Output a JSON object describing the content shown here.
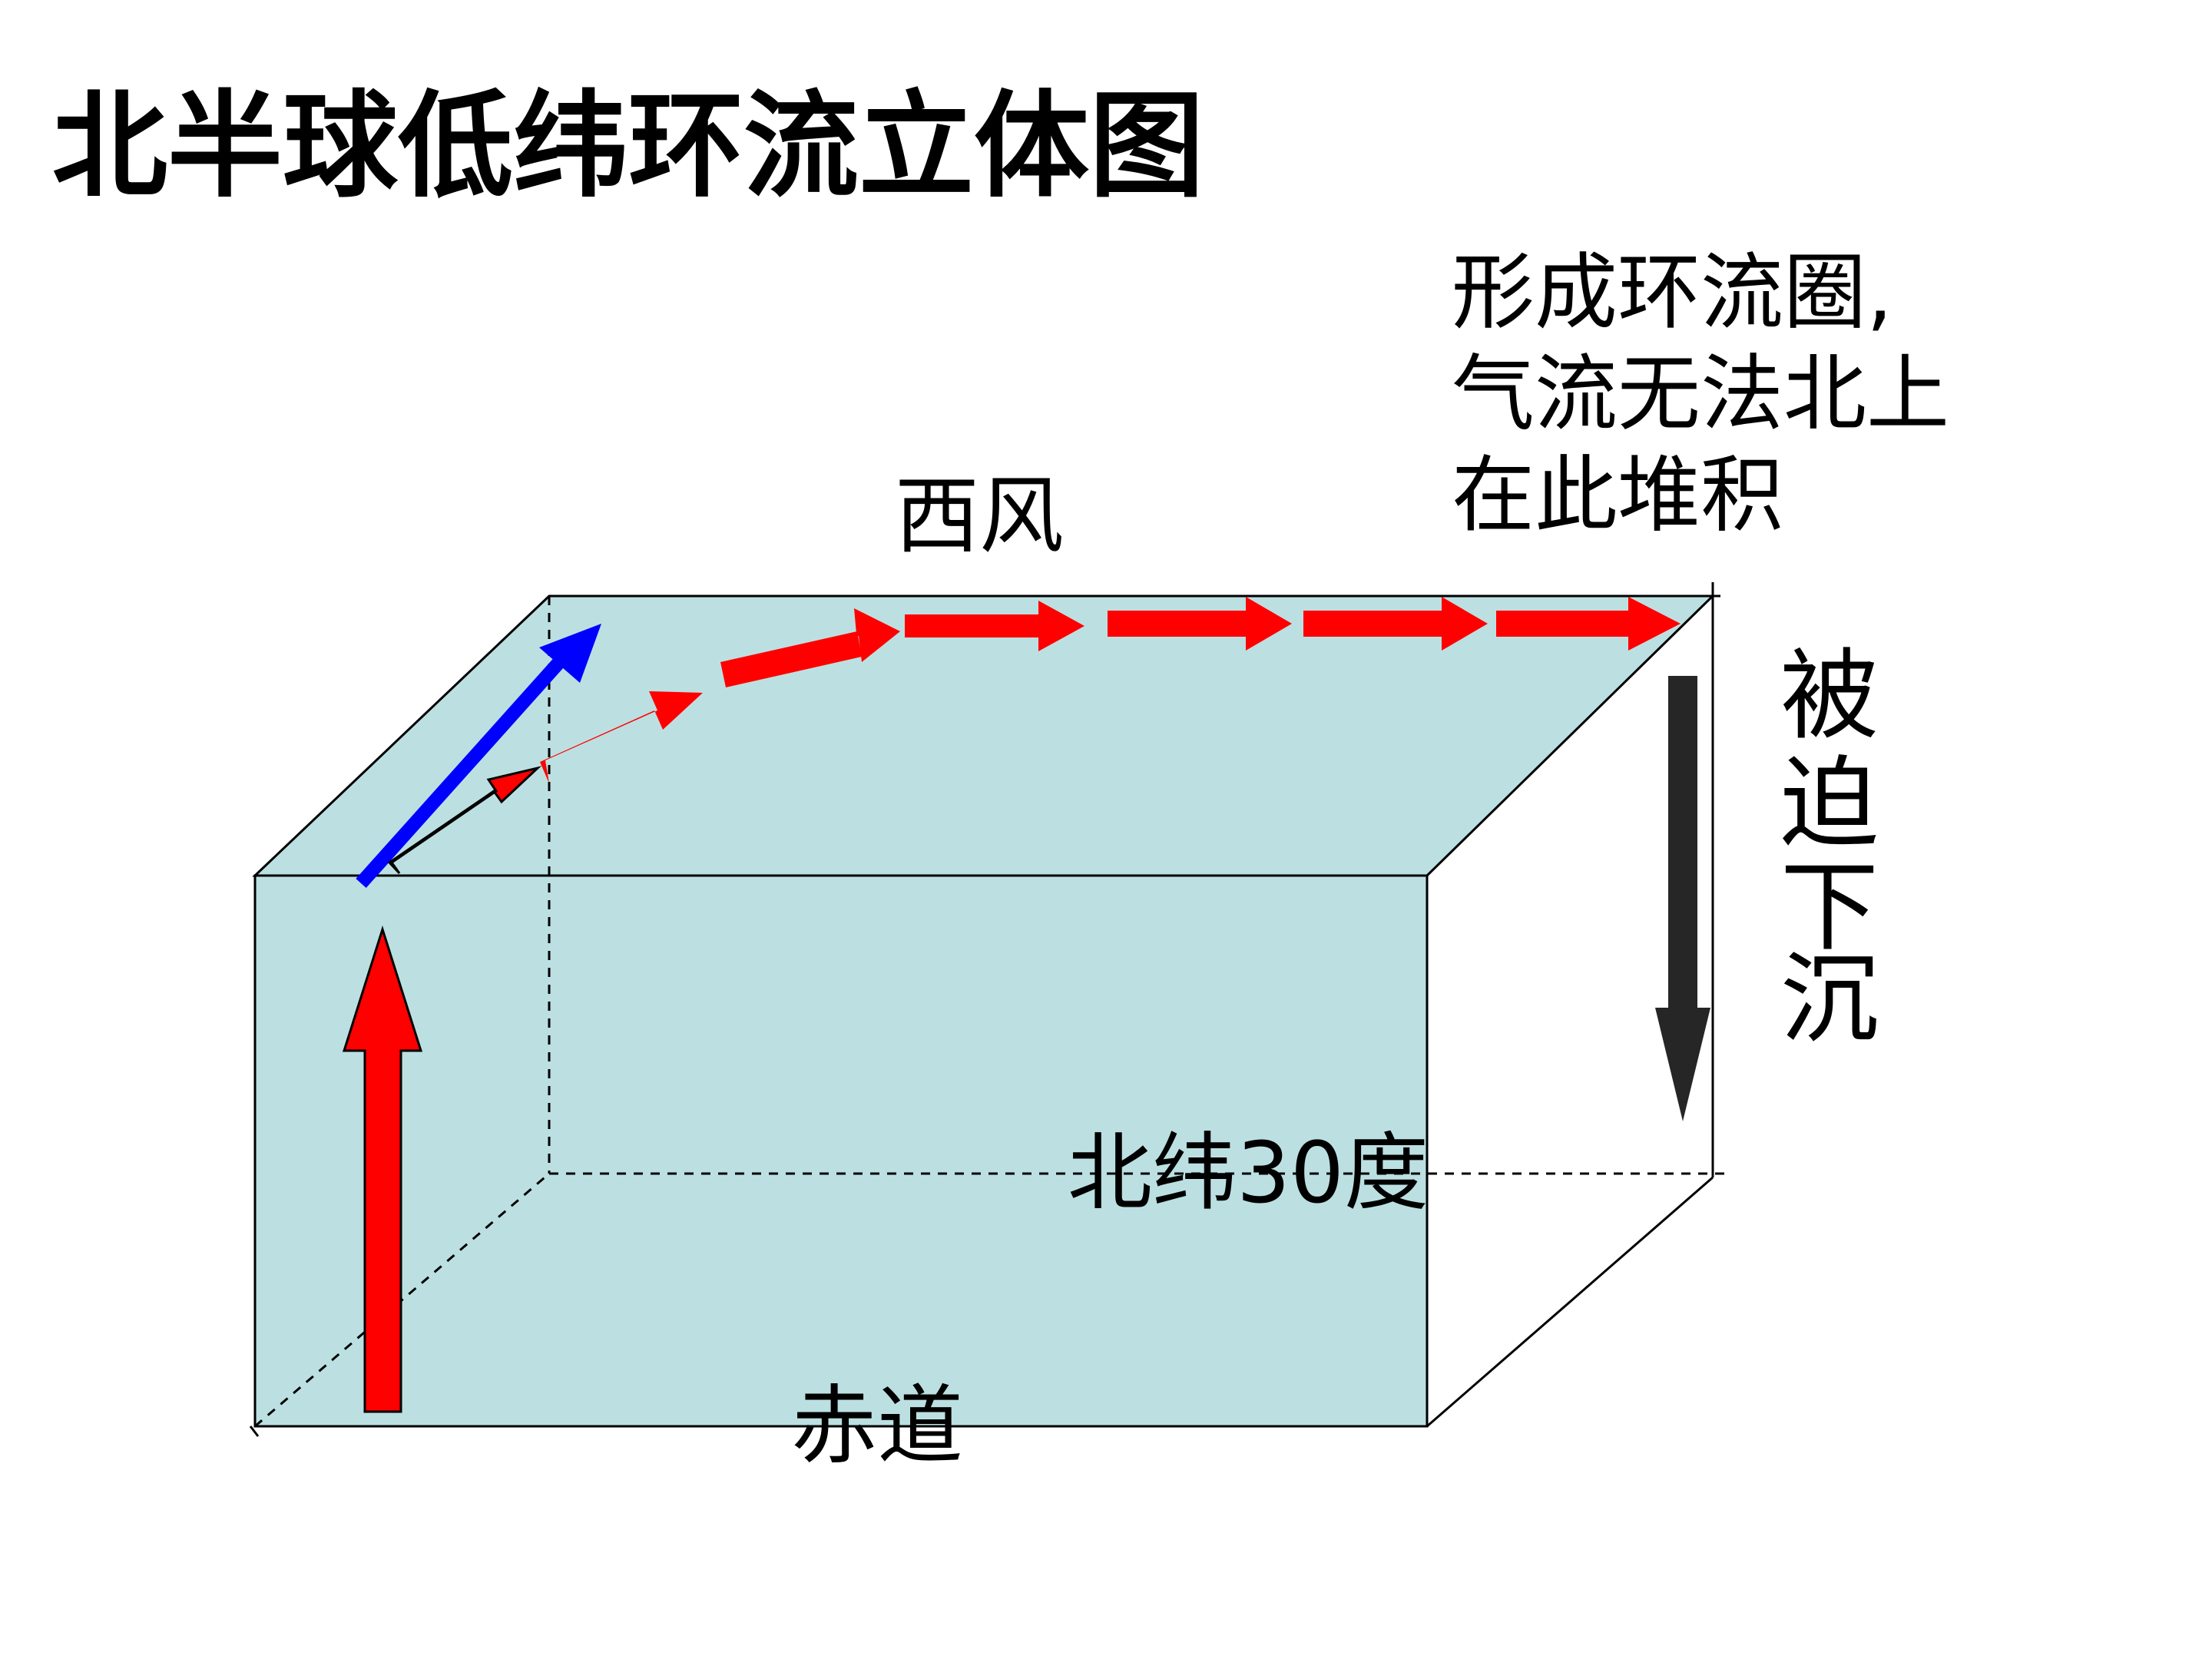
{
  "title": "北半球低纬环流立体图",
  "labels": {
    "westerly": "西风",
    "equator": "赤道",
    "lat30": "北纬30度",
    "note_lines": [
      "形成环流圈,",
      "气流无法北上",
      "在此堆积"
    ],
    "forced_sink": [
      "被",
      "迫",
      "下",
      "沉"
    ]
  },
  "colors": {
    "box_fill": "#bce0e2",
    "edge": "#000000",
    "red_arrow": "#ff0000",
    "blue_arrow": "#0000ff",
    "black_arrow": "#262626"
  }
}
